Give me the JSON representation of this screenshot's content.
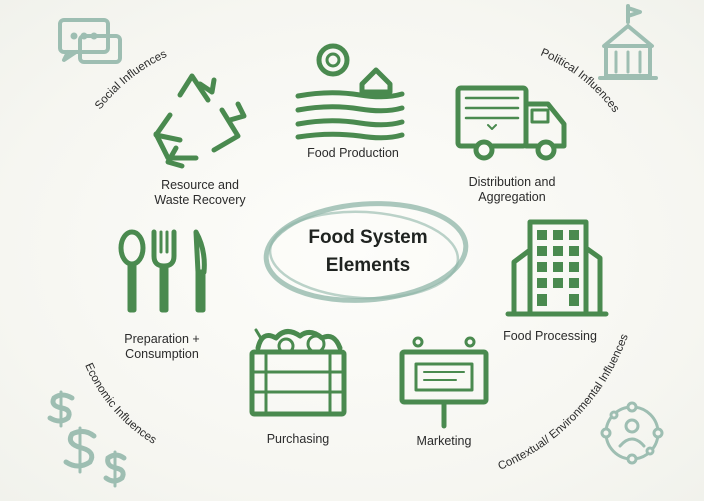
{
  "center": {
    "line1": "Food System",
    "line2": "Elements"
  },
  "elements": {
    "food_production": "Food Production",
    "distribution": {
      "line1": "Distribution and",
      "line2": "Aggregation"
    },
    "food_processing": "Food Processing",
    "marketing": "Marketing",
    "purchasing": "Purchasing",
    "preparation": {
      "line1": "Preparation +",
      "line2": "Consumption"
    },
    "resource": {
      "line1": "Resource and",
      "line2": "Waste Recovery"
    }
  },
  "influences": {
    "social": "Social Influences",
    "political": "Political Influences",
    "contextual": "Contextual/ Environmental Influences",
    "economic": "Economic Influences"
  },
  "colors": {
    "icon_green": "#4a8a4f",
    "faded_teal": "#8fb5a8",
    "text": "#2b2b2b"
  },
  "icons": {
    "food_production": "farm-field-icon",
    "distribution": "delivery-truck-icon",
    "food_processing": "factory-building-icon",
    "marketing": "billboard-icon",
    "purchasing": "produce-crate-icon",
    "preparation": "utensils-icon",
    "resource": "recycle-icon",
    "social": "chat-bubbles-icon",
    "political": "government-building-icon",
    "contextual": "network-person-icon",
    "economic": "dollar-signs-icon"
  }
}
